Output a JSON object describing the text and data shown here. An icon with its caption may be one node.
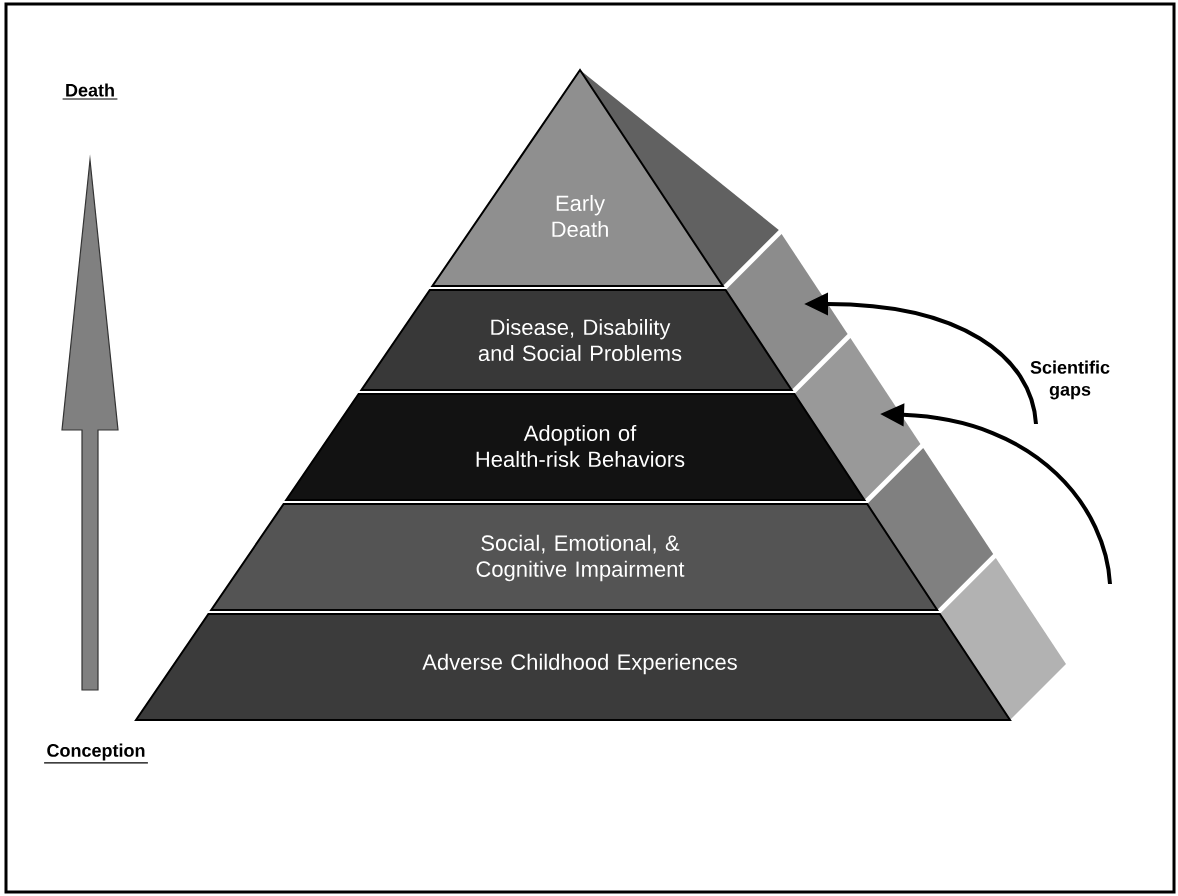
{
  "diagram": {
    "nodes": [
      {
        "text": [
          "Early Death"
        ]
      },
      {
        "text": [
          "Disease, Disability and Social Problems"
        ]
      },
      {
        "text": [
          "Adoption of Health-risk Behaviors"
        ]
      },
      {
        "text": [
          "Social, Emotional, & Cognitive Impairment"
        ]
      },
      {
        "text": [
          "Adverse Childhood Experiences"
        ]
      }
    ],
    "edges": [
      {
        "from": null,
        "to": 1,
        "arrow": "to"
      },
      {
        "from": null,
        "to": 2,
        "arrow": "to"
      }
    ],
    "labels": [
      "Death",
      "Scientific gaps",
      "Conception"
    ]
  }
}
